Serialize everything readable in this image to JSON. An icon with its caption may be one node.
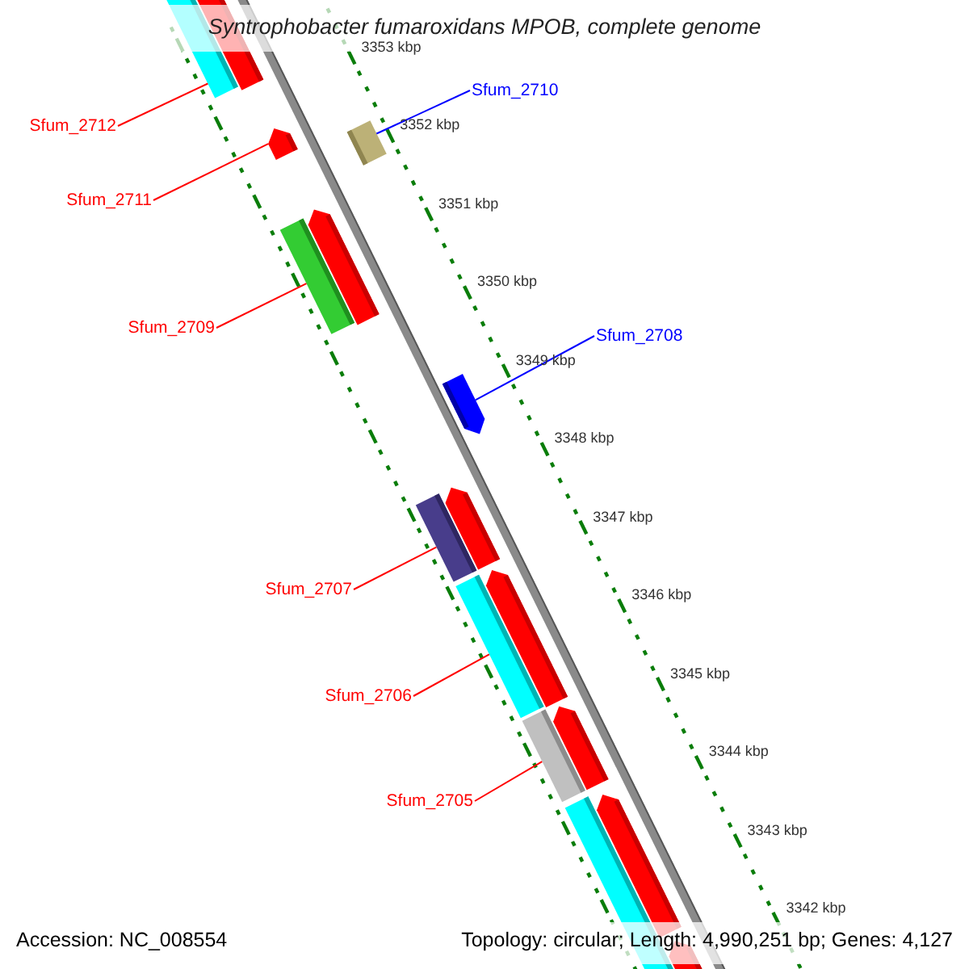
{
  "diagram": {
    "title": "Syntrophobacter fumaroxidans MPOB, complete genome",
    "nodes": [
      {
        "text": [
          "Sfum_2712"
        ]
      },
      {
        "text": [
          "Sfum_2710"
        ]
      },
      {
        "text": [
          "Sfum_2711"
        ]
      },
      {
        "text": [
          "Sfum_2709"
        ]
      },
      {
        "text": [
          "Sfum_2708"
        ]
      },
      {
        "text": [
          "Sfum_2707"
        ]
      },
      {
        "text": [
          "Sfum_2706"
        ]
      },
      {
        "text": [
          "Sfum_2705"
        ]
      },
      {
        "text": [],
        "shape": "bar"
      },
      {
        "text": [],
        "shape": "bar"
      },
      {
        "text": [],
        "shape": "bar"
      },
      {
        "text": [],
        "shape": "bar"
      },
      {
        "text": [],
        "shape": "bar"
      },
      {
        "text": [],
        "shape": "bar"
      },
      {
        "text": [],
        "shape": "bar"
      },
      {
        "text": [],
        "shape": "bar"
      }
    ],
    "edges": [
      {
        "from": 0,
        "to": 8,
        "arrow": "none"
      },
      {
        "from": 1,
        "to": 10,
        "arrow": "none",
        "color": "#0000ff"
      },
      {
        "from": 2,
        "to": 9,
        "arrow": "none"
      },
      {
        "from": 3,
        "to": 11,
        "arrow": "none"
      },
      {
        "from": 4,
        "to": 12,
        "arrow": "none",
        "color": "#0000ff"
      },
      {
        "from": 5,
        "to": 13,
        "arrow": "none"
      },
      {
        "from": 6,
        "to": 14,
        "arrow": "none"
      },
      {
        "from": 7,
        "to": 15,
        "arrow": "none"
      }
    ],
    "labels": [
      "3353 kbp",
      "3352 kbp",
      "3351 kbp",
      "3350 kbp",
      "3349 kbp",
      "3348 kbp",
      "3347 kbp",
      "3346 kbp",
      "3345 kbp",
      "3344 kbp",
      "3343 kbp",
      "3342 kbp",
      "Accession: NC_008554",
      "Topology: circular; Length: 4,990,251 bp; Genes: 4,127"
    ]
  }
}
